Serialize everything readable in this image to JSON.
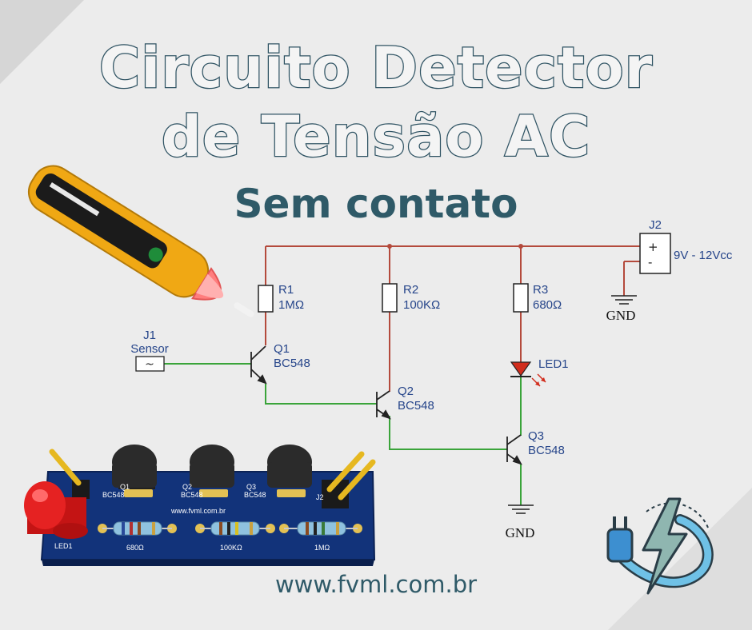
{
  "title_line1": "Circuito Detector",
  "title_line2": "de Tensão AC",
  "subtitle": "Sem contato",
  "footer_url": "www.fvml.com.br",
  "colors": {
    "title_outline": "#2f5363",
    "text": "#2f5a68",
    "wire_red": "#b44a3c",
    "wire_green": "#3aa43a",
    "label": "#26458a",
    "pcb": "#12337a",
    "led": "#e02020"
  },
  "schematic": {
    "j1": {
      "ref": "J1",
      "name": "Sensor",
      "symbol": "~"
    },
    "j2": {
      "ref": "J2",
      "plus": "+",
      "minus": "-",
      "supply": "9V - 12Vcc"
    },
    "r1": {
      "ref": "R1",
      "value": "1MΩ"
    },
    "r2": {
      "ref": "R2",
      "value": "100KΩ"
    },
    "r3": {
      "ref": "R3",
      "value": "680Ω"
    },
    "q1": {
      "ref": "Q1",
      "part": "BC548"
    },
    "q2": {
      "ref": "Q2",
      "part": "BC548"
    },
    "q3": {
      "ref": "Q3",
      "part": "BC548"
    },
    "led1": {
      "ref": "LED1"
    },
    "gnd1": "GND",
    "gnd2": "GND"
  },
  "pcb": {
    "url": "www.fvml.com.br",
    "led_label": "LED1",
    "q1_label": "Q1",
    "q2_label": "Q2",
    "q3_label": "Q3",
    "bc1": "BC548",
    "bc2": "BC548",
    "bc3": "BC548",
    "j2_label": "J2",
    "r1": "680Ω",
    "r2": "100KΩ",
    "r3": "1MΩ"
  },
  "icons": [
    "voltage-tester-pen-icon",
    "plug-lightning-icon"
  ]
}
